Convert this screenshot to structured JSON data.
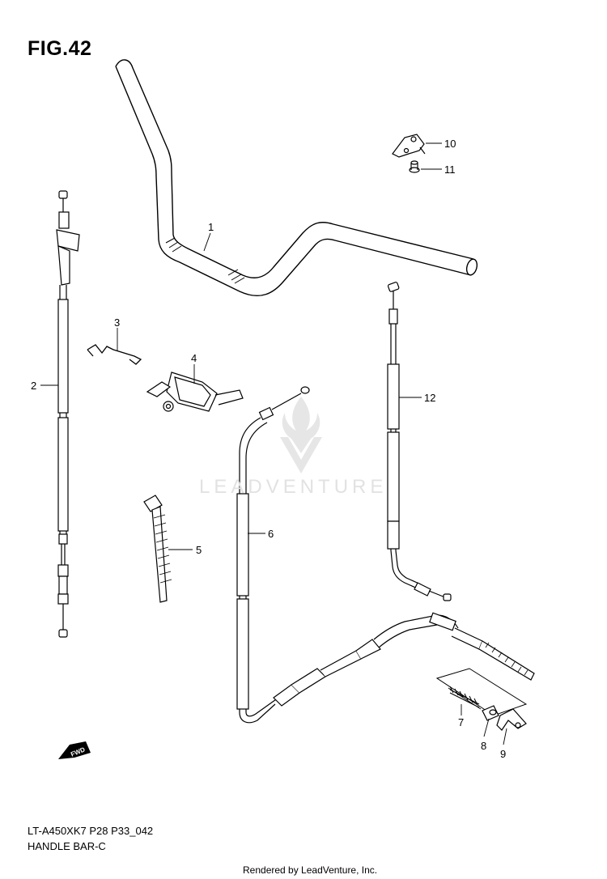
{
  "figure": {
    "title": "FIG.42"
  },
  "model": {
    "code": "LT-A450XK7 P28 P33_042",
    "name": "HANDLE BAR-C"
  },
  "credit": "Rendered by LeadVenture, Inc.",
  "watermark": "LEADVENTURE",
  "direction_badge": "FWD",
  "callouts": [
    {
      "id": "1",
      "part": "handlebar"
    },
    {
      "id": "2",
      "part": "cable-left"
    },
    {
      "id": "3",
      "part": "wire-clip"
    },
    {
      "id": "4",
      "part": "bracket"
    },
    {
      "id": "5",
      "part": "cable-tie"
    },
    {
      "id": "6",
      "part": "cable-middle"
    },
    {
      "id": "7",
      "part": "spring"
    },
    {
      "id": "8",
      "part": "adjuster-nut"
    },
    {
      "id": "9",
      "part": "cable-end-bracket"
    },
    {
      "id": "10",
      "part": "small-bracket"
    },
    {
      "id": "11",
      "part": "bolt"
    },
    {
      "id": "12",
      "part": "cable-right"
    }
  ]
}
